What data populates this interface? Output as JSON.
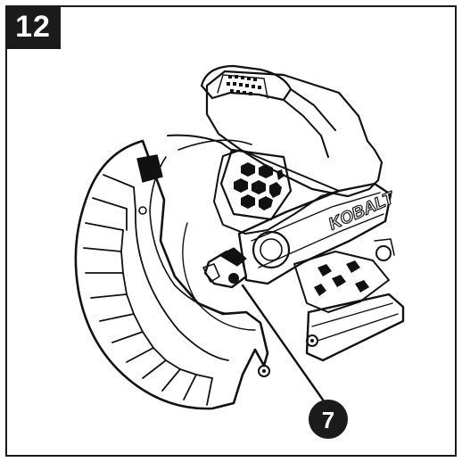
{
  "step": {
    "number": "12"
  },
  "callouts": [
    {
      "label": "7"
    }
  ],
  "brand": {
    "logo_text": "KOBALT"
  },
  "colors": {
    "ink": "#1b1b1b",
    "line": "#111111",
    "paper": "#ffffff"
  }
}
